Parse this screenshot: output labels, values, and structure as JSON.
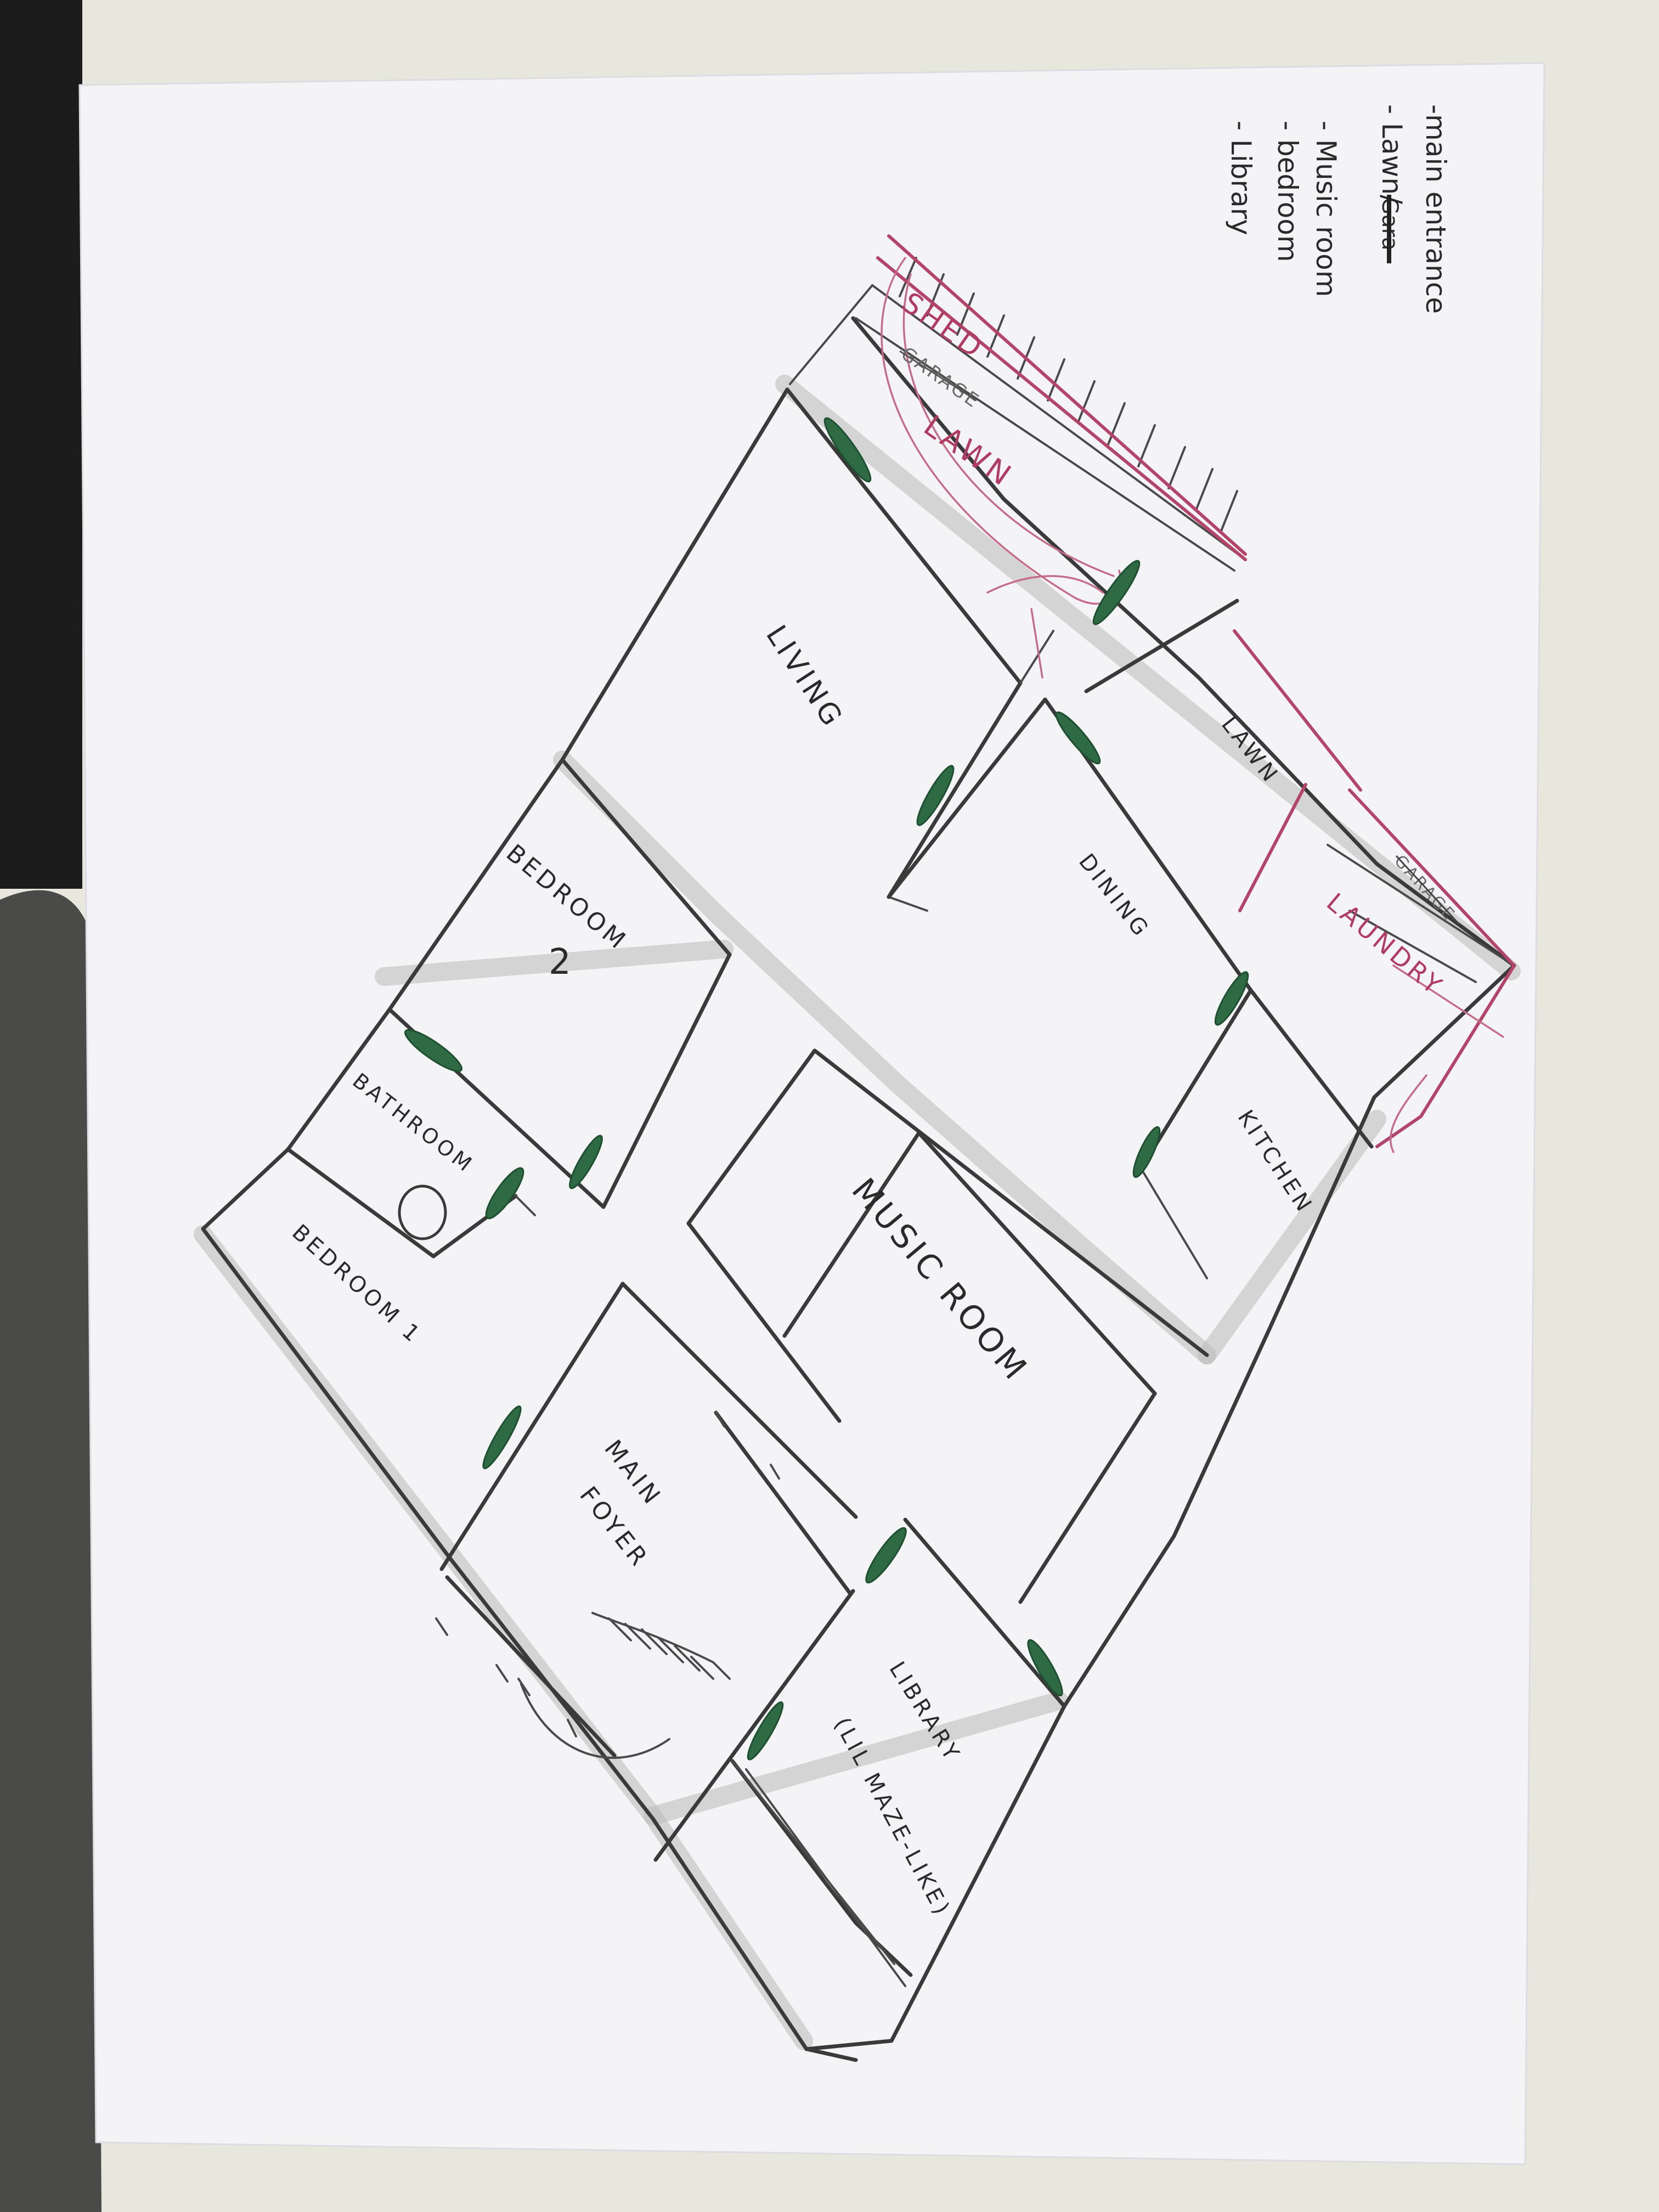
{
  "notes": [
    "-main entrance",
    "- Lawn/",
    "- Music room",
    "- bedroom",
    "- Library"
  ],
  "notes_struck": "Gara",
  "rooms": {
    "living": "LIVING",
    "bedroom2": "BEDROOM",
    "bedroom2_num": "2",
    "bathroom": "BATHROOM",
    "bedroom1": "BEDROOM 1",
    "dining": "DINING",
    "lawn": "LAWN",
    "laundry": "LAUNDRY",
    "garage": "GARAGE",
    "kitchen": "KITCHEN",
    "music_room": "MUSIC ROOM",
    "main_foyer_1": "MAIN",
    "main_foyer_2": "FOYER",
    "library_1": "LIBRARY",
    "library_2": "(LIL MAZE-LIKE)",
    "shed": "SHED",
    "garage_struck": "GARAGE",
    "lawn_red": "LAWN"
  },
  "colors": {
    "pencil": "#3a3a3a",
    "red_pen": "#b4456a",
    "door_green": "#2e6b44",
    "paper": "#f4f4f7",
    "background": "#e9e8df"
  }
}
